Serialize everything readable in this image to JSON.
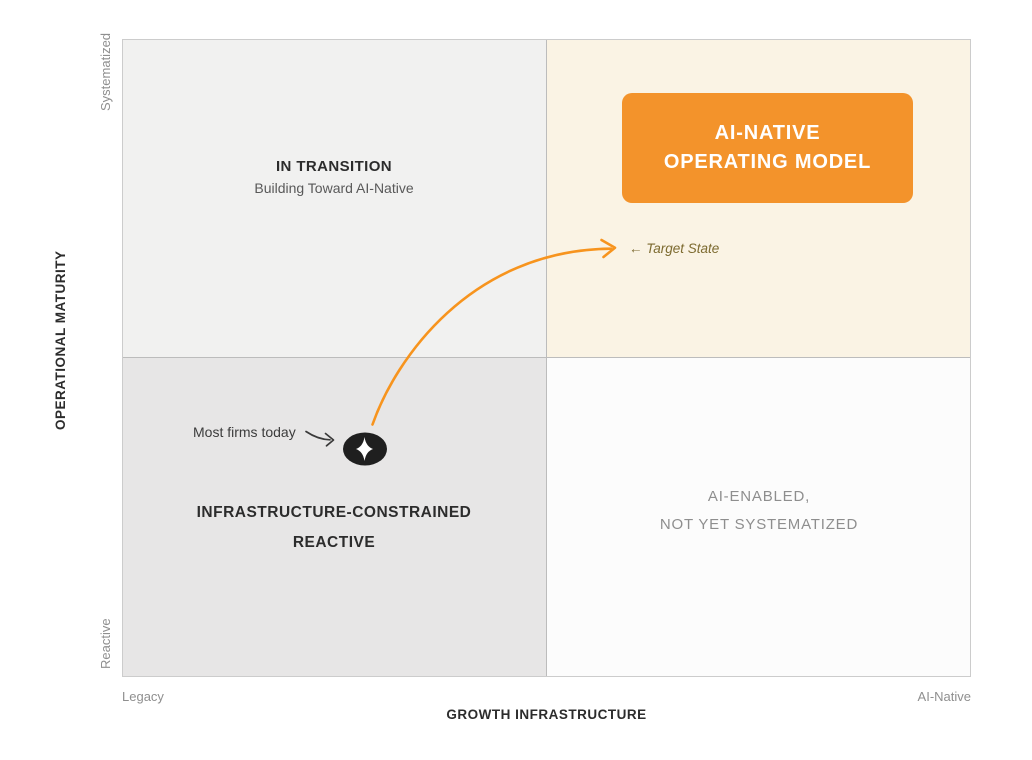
{
  "diagram": {
    "y_axis": {
      "title": "OPERATIONAL MATURITY",
      "top_label": "Systematized",
      "bottom_label": "Reactive"
    },
    "x_axis": {
      "title": "GROWTH INFRASTRUCTURE",
      "left_label": "Legacy",
      "right_label": "AI-Native"
    },
    "quadrants": {
      "top_left": {
        "title": "IN TRANSITION",
        "subtitle": "Building Toward AI-Native"
      },
      "top_right": {
        "box_title_line1": "AI-NATIVE",
        "box_title_line2": "OPERATING MODEL",
        "annotation": "← Target State"
      },
      "bottom_left": {
        "marker_label": "Most firms today",
        "title_line1": "INFRASTRUCTURE-CONSTRAINED",
        "title_line2": "REACTIVE"
      },
      "bottom_right": {
        "label_line1": "AI-ENABLED,",
        "label_line2": "NOT YET SYSTEMATIZED"
      }
    },
    "colors": {
      "accent_orange_box": "#f3932b",
      "arrow_orange": "#f7941e",
      "quadrant_top_left_bg": "#f1f1f0",
      "quadrant_top_right_bg": "#faf3e4",
      "quadrant_bottom_left_bg": "#e7e6e6",
      "quadrant_bottom_right_bg": "#fcfcfc",
      "marker_fill": "#1f1f1f",
      "target_state_text": "#7c6a2f"
    }
  }
}
